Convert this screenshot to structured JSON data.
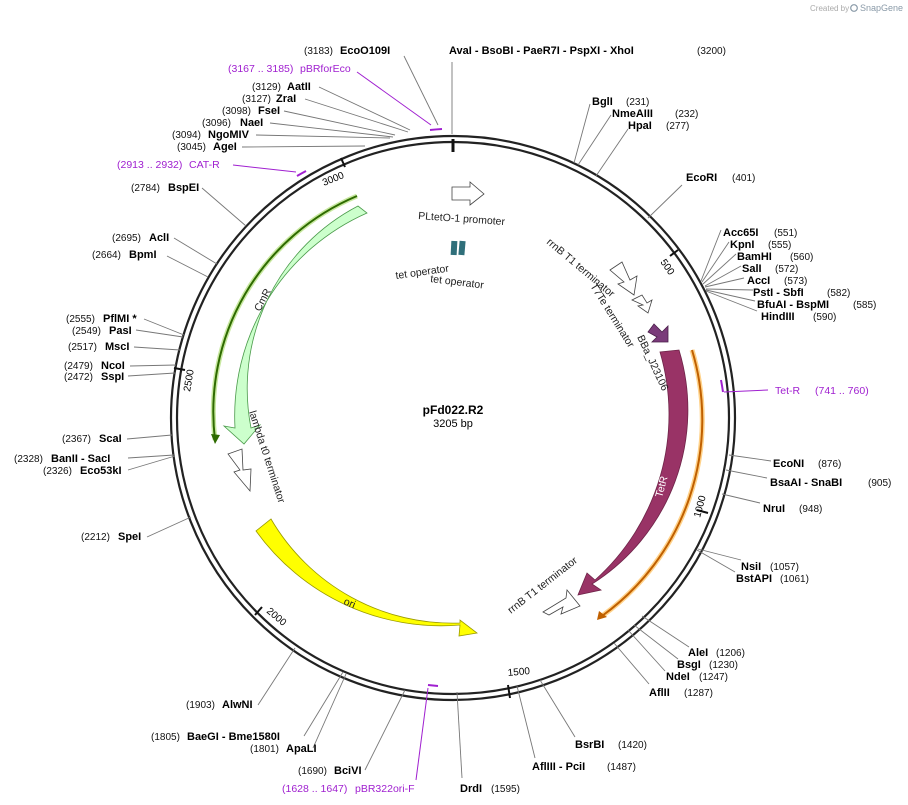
{
  "watermark": {
    "created_by": "Created by",
    "brand": "SnapGene"
  },
  "plasmid": {
    "name": "pFd022.R2",
    "size_label": "3205 bp",
    "length": 3205
  },
  "colors": {
    "backbone": "#222222",
    "primer": "#a020d0",
    "CmR": "#ccffcc",
    "ori": "#ffff00",
    "TetR": "#993366",
    "BBa": "#7a3b7a",
    "tet_operator": "#2f6f7a",
    "cmr_arrow": "#2e6b00",
    "tetr_arrow": "#c06000"
  },
  "tick_labels": [
    "500",
    "1000",
    "1500",
    "2000",
    "2500",
    "3000"
  ],
  "sites": [
    {
      "id": "ecoo109i",
      "name": "EcoO109I",
      "pos": "(3183)"
    },
    {
      "id": "aval",
      "name": "AvaI   - BsoBI   - PaeR7I   - PspXI   - XhoI",
      "pos": "(3200)"
    },
    {
      "id": "aatii",
      "name": "AatII",
      "pos": "(3129)"
    },
    {
      "id": "zrai",
      "name": "ZraI",
      "pos": "(3127)"
    },
    {
      "id": "fsei",
      "name": "FseI",
      "pos": "(3098)"
    },
    {
      "id": "naei",
      "name": "NaeI",
      "pos": "(3096)"
    },
    {
      "id": "ngomiv",
      "name": "NgoMIV",
      "pos": "(3094)"
    },
    {
      "id": "agei",
      "name": "AgeI",
      "pos": "(3045)"
    },
    {
      "id": "bspei",
      "name": "BspEI",
      "pos": "(2784)"
    },
    {
      "id": "acli",
      "name": "AclI",
      "pos": "(2695)"
    },
    {
      "id": "bpmi",
      "name": "BpmI",
      "pos": "(2664)"
    },
    {
      "id": "pflmi",
      "name": "PflMI *",
      "pos": "(2555)"
    },
    {
      "id": "pasi",
      "name": "PasI",
      "pos": "(2549)"
    },
    {
      "id": "msci",
      "name": "MscI",
      "pos": "(2517)"
    },
    {
      "id": "ncoi",
      "name": "NcoI",
      "pos": "(2479)"
    },
    {
      "id": "sspi",
      "name": "SspI",
      "pos": "(2472)"
    },
    {
      "id": "scai",
      "name": "ScaI",
      "pos": "(2367)"
    },
    {
      "id": "banii",
      "name": "BanII   - SacI",
      "pos": "(2328)"
    },
    {
      "id": "eco53ki",
      "name": "Eco53kI",
      "pos": "(2326)"
    },
    {
      "id": "spei",
      "name": "SpeI",
      "pos": "(2212)"
    },
    {
      "id": "alwni",
      "name": "AlwNI",
      "pos": "(1903)"
    },
    {
      "id": "baegi",
      "name": "BaeGI   - Bme1580I",
      "pos": "(1805)"
    },
    {
      "id": "apali",
      "name": "ApaLI",
      "pos": "(1801)"
    },
    {
      "id": "bcivi",
      "name": "BciVI",
      "pos": "(1690)"
    },
    {
      "id": "drdi",
      "name": "DrdI",
      "pos": "(1595)"
    },
    {
      "id": "afliii",
      "name": "AflIII   - PciI",
      "pos": "(1487)"
    },
    {
      "id": "bsrbi",
      "name": "BsrBI",
      "pos": "(1420)"
    },
    {
      "id": "aflii",
      "name": "AflII",
      "pos": "(1287)"
    },
    {
      "id": "ndei",
      "name": "NdeI",
      "pos": "(1247)"
    },
    {
      "id": "bsgi",
      "name": "BsgI",
      "pos": "(1230)"
    },
    {
      "id": "alei",
      "name": "AleI",
      "pos": "(1206)"
    },
    {
      "id": "bstapi",
      "name": "BstAPI",
      "pos": "(1061)"
    },
    {
      "id": "nsii",
      "name": "NsiI",
      "pos": "(1057)"
    },
    {
      "id": "drui",
      "name": "NruI",
      "pos": "(948)"
    },
    {
      "id": "bsaai",
      "name": "BsaAI   - SnaBI",
      "pos": "(905)"
    },
    {
      "id": "econi",
      "name": "EcoNI",
      "pos": "(876)"
    },
    {
      "id": "hindiii",
      "name": "HindIII",
      "pos": "(590)"
    },
    {
      "id": "bfuai",
      "name": "BfuAI   - BspMI",
      "pos": "(585)"
    },
    {
      "id": "psti",
      "name": "PstI   - SbfI",
      "pos": "(582)"
    },
    {
      "id": "acci",
      "name": "AccI",
      "pos": "(573)"
    },
    {
      "id": "sali",
      "name": "SalI",
      "pos": "(572)"
    },
    {
      "id": "bamhi",
      "name": "BamHI",
      "pos": "(560)"
    },
    {
      "id": "kpni",
      "name": "KpnI",
      "pos": "(555)"
    },
    {
      "id": "acc65i",
      "name": "Acc65I",
      "pos": "(551)"
    },
    {
      "id": "ecori",
      "name": "EcoRI",
      "pos": "(401)"
    },
    {
      "id": "hpai",
      "name": "HpaI",
      "pos": "(277)"
    },
    {
      "id": "nmeaiii",
      "name": "NmeAIII",
      "pos": "(232)"
    },
    {
      "id": "bgli",
      "name": "BglI",
      "pos": "(231)"
    }
  ],
  "primers": [
    {
      "id": "pbrforeco",
      "name": "pBRforEco",
      "pos": "(3167 .. 3185)"
    },
    {
      "id": "cat-r",
      "name": "CAT-R",
      "pos": "(2913 .. 2932)"
    },
    {
      "id": "tet-r",
      "name": "Tet-R",
      "pos": "(741 .. 760)"
    },
    {
      "id": "pbr322ori-f",
      "name": "pBR322ori-F",
      "pos": "(1628 .. 1647)"
    }
  ],
  "features": {
    "pltet": "PLtetO-1 promoter",
    "tetop1": "tet operator",
    "tetop2": "tet operator",
    "rrnb1": "rrnB T1 terminator",
    "t7te": "T7Te terminator",
    "bba": "BBa_J23106",
    "tetr": "TetR",
    "rrnb2": "rrnB T1 terminator",
    "ori": "ori",
    "lambda": "lambda t0 terminator",
    "cmr": "CmR"
  }
}
